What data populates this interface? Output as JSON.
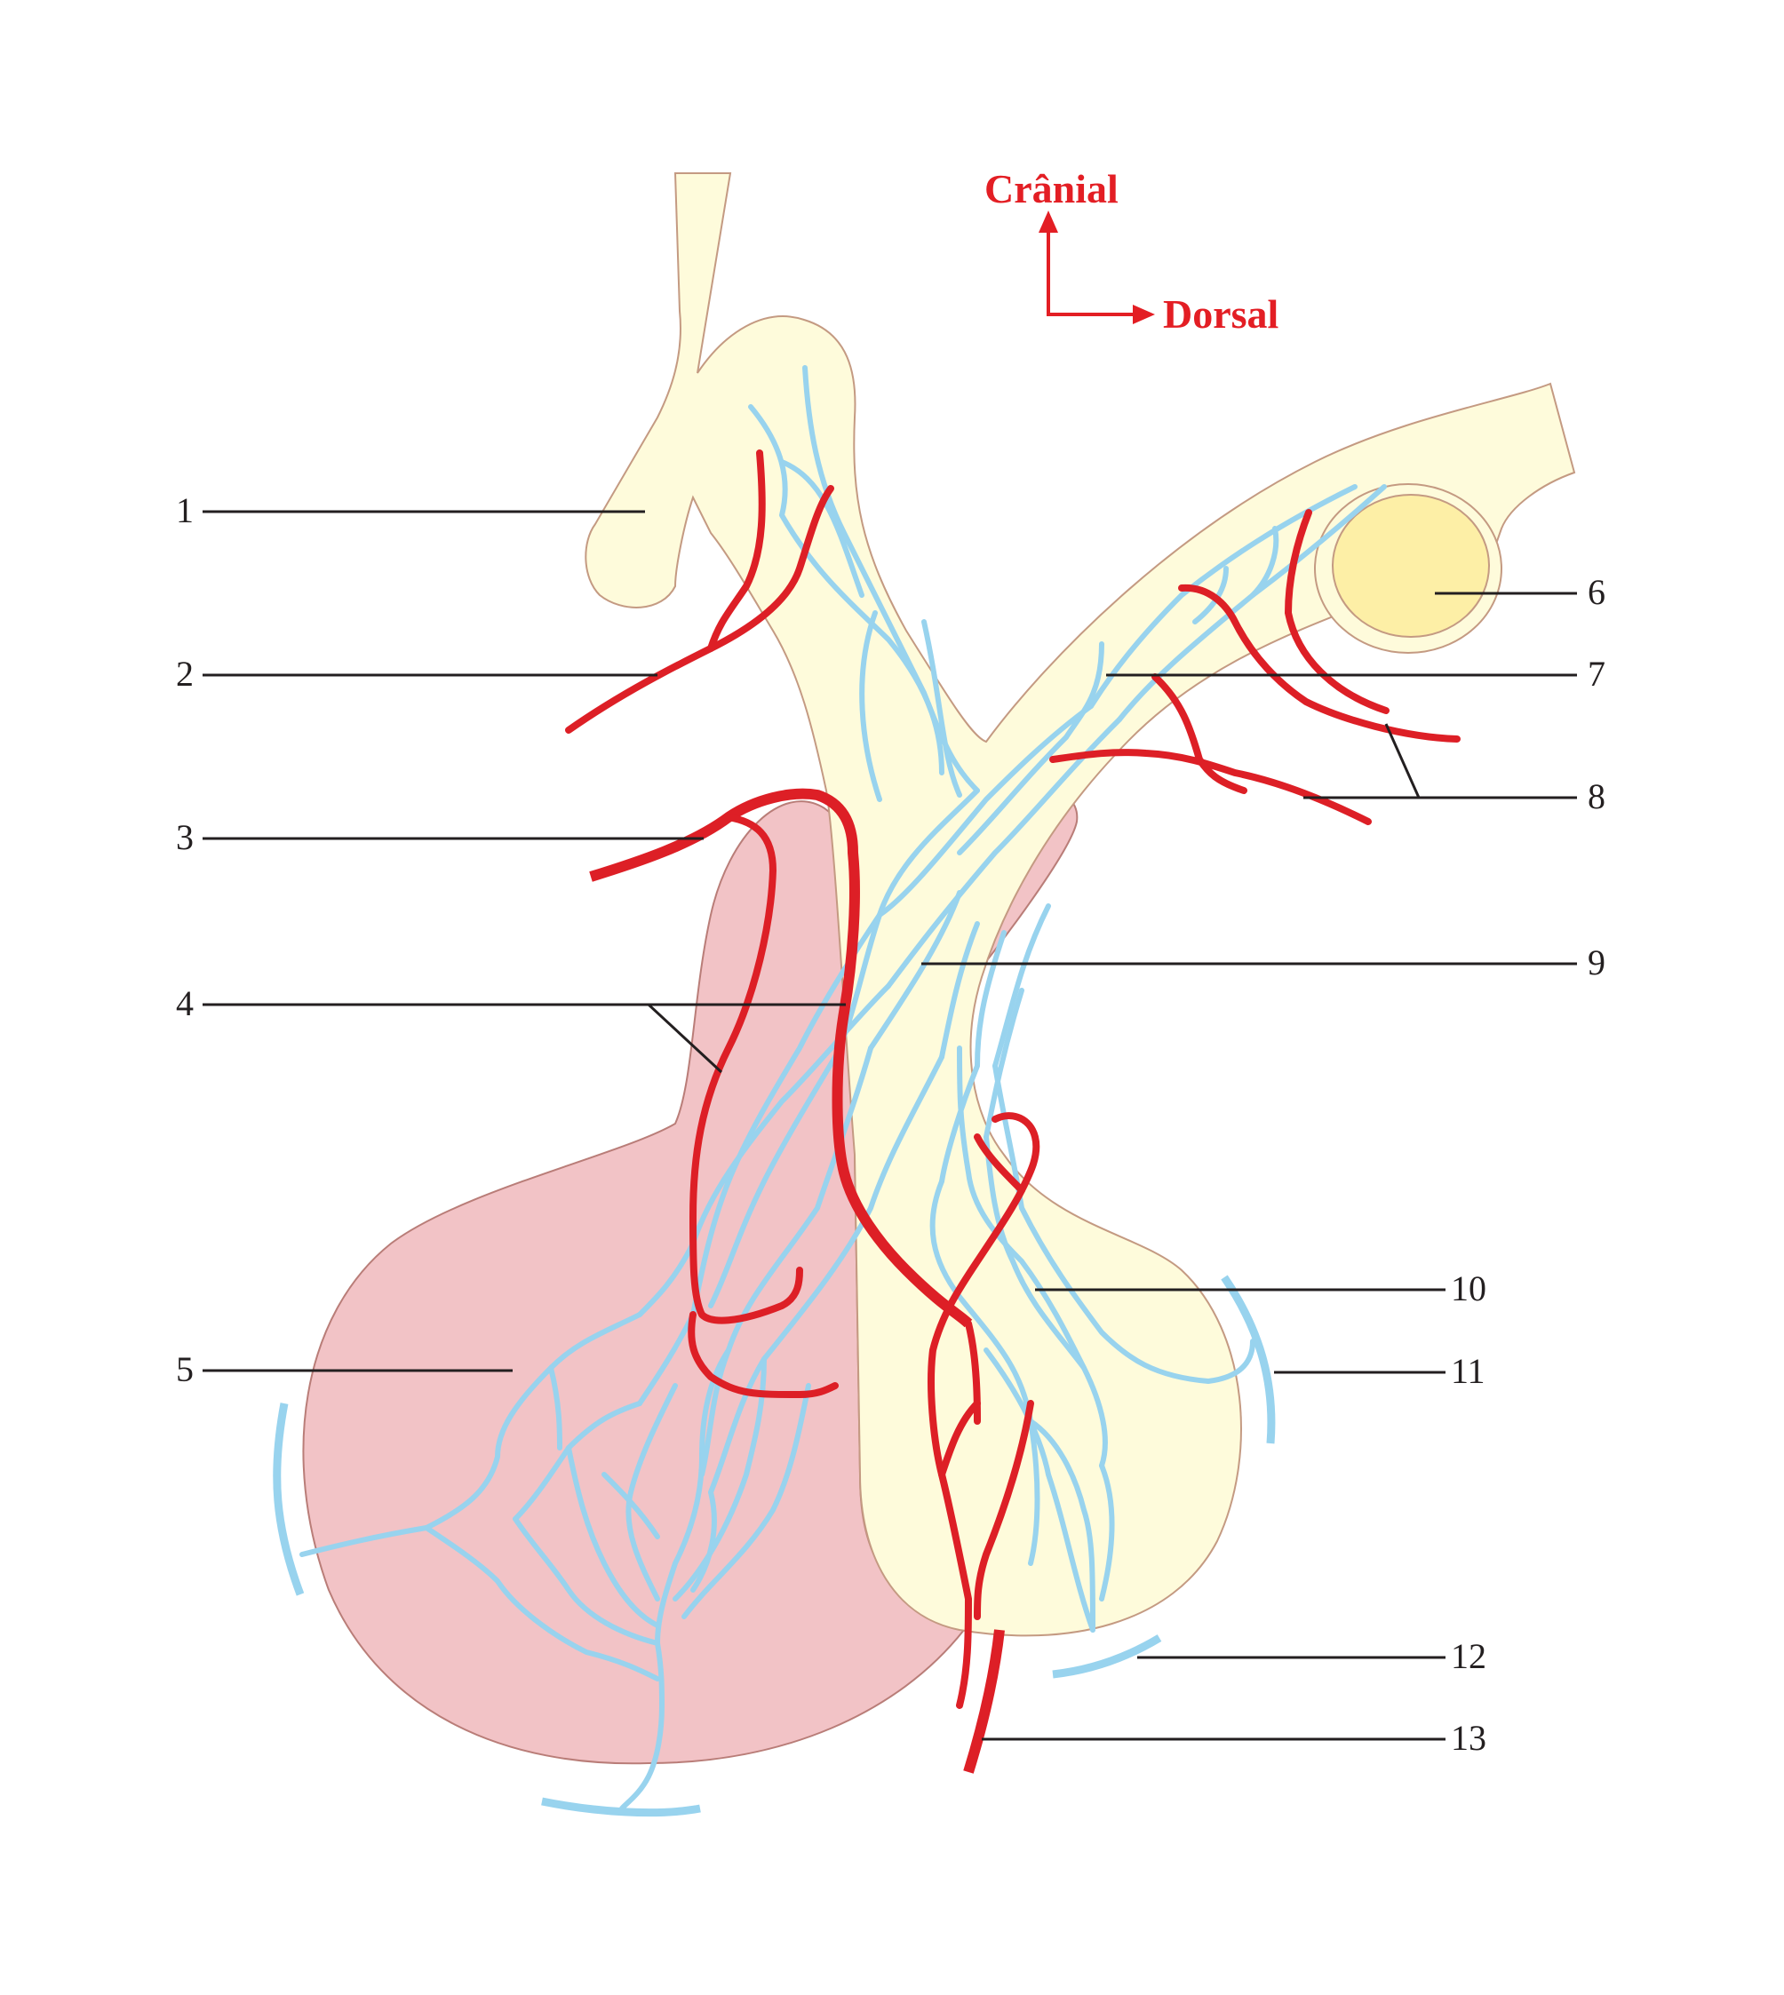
{
  "orientation": {
    "cranial": "Crânial",
    "dorsal": "Dorsal",
    "arrow_color": "#e31e24"
  },
  "labels": [
    "1",
    "2",
    "3",
    "4",
    "5",
    "6",
    "7",
    "8",
    "9",
    "10",
    "11",
    "12",
    "13"
  ],
  "colors": {
    "neurohypophysis": "#fefbdb",
    "adenohypophysis": "#f2c3c6",
    "pineal": "#fdefa6",
    "vein": "#98d3ee",
    "artery": "#dd1f26",
    "leader": "#231f20"
  }
}
